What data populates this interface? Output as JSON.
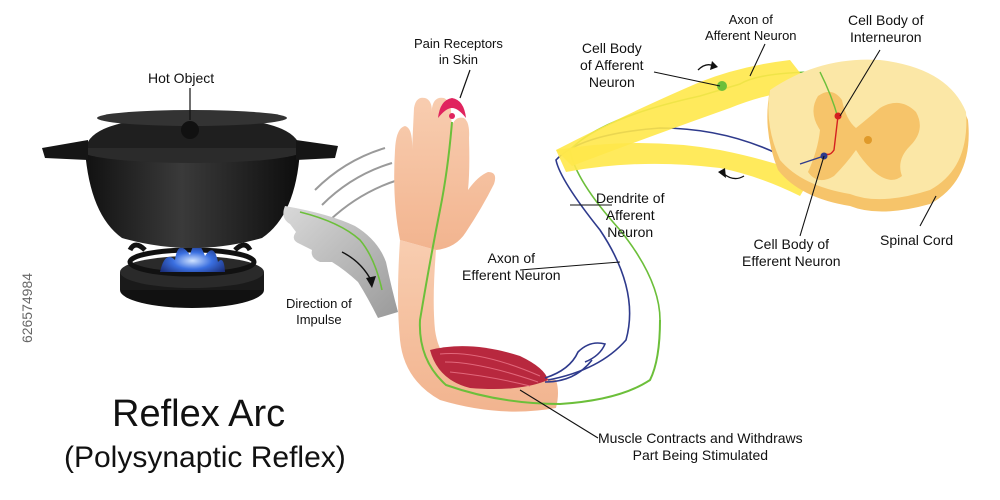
{
  "diagram": {
    "title": "Reflex Arc",
    "subtitle": "(Polysynaptic Reflex)",
    "labels": {
      "hot_object": "Hot Object",
      "pain_receptors": [
        "Pain Receptors",
        "in Skin"
      ],
      "cell_body_afferent": [
        "Cell Body",
        "of Afferent",
        "Neuron"
      ],
      "axon_afferent": [
        "Axon of",
        "Afferent Neuron"
      ],
      "cell_body_interneuron": [
        "Cell Body of",
        "Interneuron"
      ],
      "spinal_cord": "Spinal Cord",
      "cell_body_efferent": [
        "Cell Body of",
        "Efferent Neuron"
      ],
      "dendrite_afferent": [
        "Dendrite of",
        "Afferent",
        "Neuron"
      ],
      "axon_efferent": [
        "Axon of",
        "Efferent Neuron"
      ],
      "direction_impulse": [
        "Direction of",
        "Impulse"
      ],
      "muscle": [
        "Muscle Contracts and Withdraws",
        "Part Being Stimulated"
      ]
    },
    "stock_id": "626574984",
    "colors": {
      "afferent_nerve": "#6cbf3a",
      "efferent_nerve": "#2e3a8c",
      "interneuron": "#d42020",
      "spinal_white_matter": "#fbe7a6",
      "spinal_grey_matter": "#f6c46a",
      "nerve_root": "#ffe84a",
      "skin": "#f6c4a0",
      "muscle": "#b8283e",
      "receptor": "#e0245e",
      "flame": "#3a6fe0"
    }
  }
}
